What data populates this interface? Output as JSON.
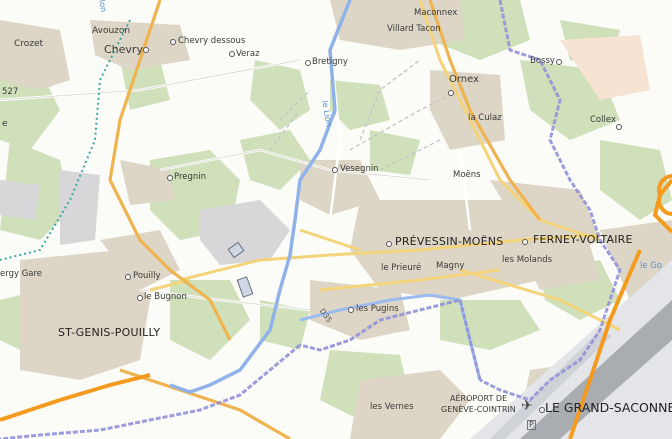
{
  "map": {
    "places": {
      "crozet": "Crozet",
      "avouzon": "Avouzon",
      "chevry": "Chevry",
      "chevry_dessous": "Chevry dessous",
      "veraz": "Veraz",
      "bretigny": "Bretigny",
      "maconnex": "Maconnex",
      "villard_tacon": "Villard Tacon",
      "ornex": "Ornex",
      "bossy": "Bossy",
      "la_culaz": "la Culaz",
      "collex": "Collex",
      "pregnin": "Pregnin",
      "vesegnin": "Vesegnin",
      "moens": "Moëns",
      "prevessin_moens": "PRÉVESSIN-MOËNS",
      "ferney_voltaire": "FERNEY-VOLTAIRE",
      "le_prieure": "le Prieuré",
      "magny": "Magny",
      "les_molands": "les Molands",
      "pouilly": "Pouilly",
      "le_bugnon": "le Bugnon",
      "ergy_gare": "ergy Gare",
      "st_genis_pouilly": "ST-GENIS-POUILLY",
      "les_pugins": "les Pugins",
      "les_vernes": "les Vernes",
      "le_grand_saconnex": "LE GRAND-SACONNE",
      "airport_line1": "AÉROPORT DE",
      "airport_line2": "GENÈVE-COINTRIN",
      "left_fragment_e": "e",
      "left_fragment_527": "527",
      "right_fragment_go": "le Go"
    },
    "rivers": {
      "le_lion": "le Lion",
      "top_fragment": "Ion"
    },
    "roads": {
      "d35": "D35"
    },
    "icons": [
      "airport-icon",
      "parking-icon",
      "building-icon"
    ],
    "colors": {
      "border": "#8f8fd6",
      "river": "#7aa6e3",
      "urban": "#dcd5c5",
      "forest": "#c9dcb4",
      "main_road": "#f0b654",
      "highway": "#f39a1f",
      "runway": "#9ea3a8"
    }
  }
}
